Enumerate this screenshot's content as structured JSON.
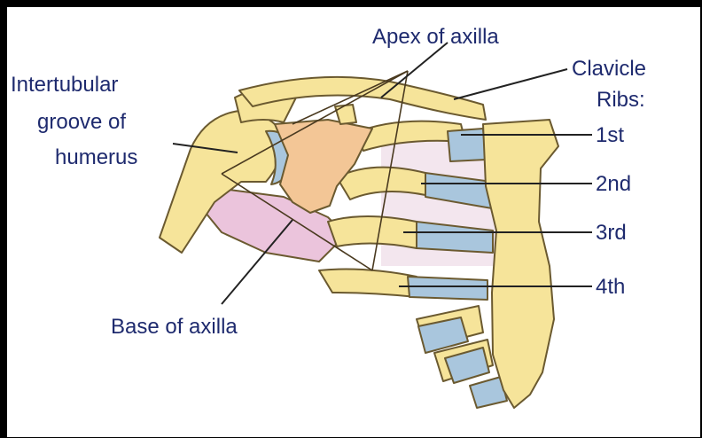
{
  "labels": {
    "apex": "Apex of axilla",
    "intertubular_line1": "Intertubular",
    "intertubular_line2": "groove of",
    "intertubular_line3": "humerus",
    "clavicle": "Clavicle",
    "ribs": "Ribs:",
    "rib_1": "1st",
    "rib_2": "2nd",
    "rib_3": "3rd",
    "rib_4": "4th",
    "base": "Base of axilla"
  },
  "colors": {
    "bone": "#f6e49a",
    "bone_outline": "#b59a4a",
    "cartilage": "#a9c6dd",
    "muscle": "#f3c696",
    "fascia_pink": "#ebc4dc",
    "intercostal": "#f3e6ee",
    "label_text": "#1e2a6e"
  }
}
